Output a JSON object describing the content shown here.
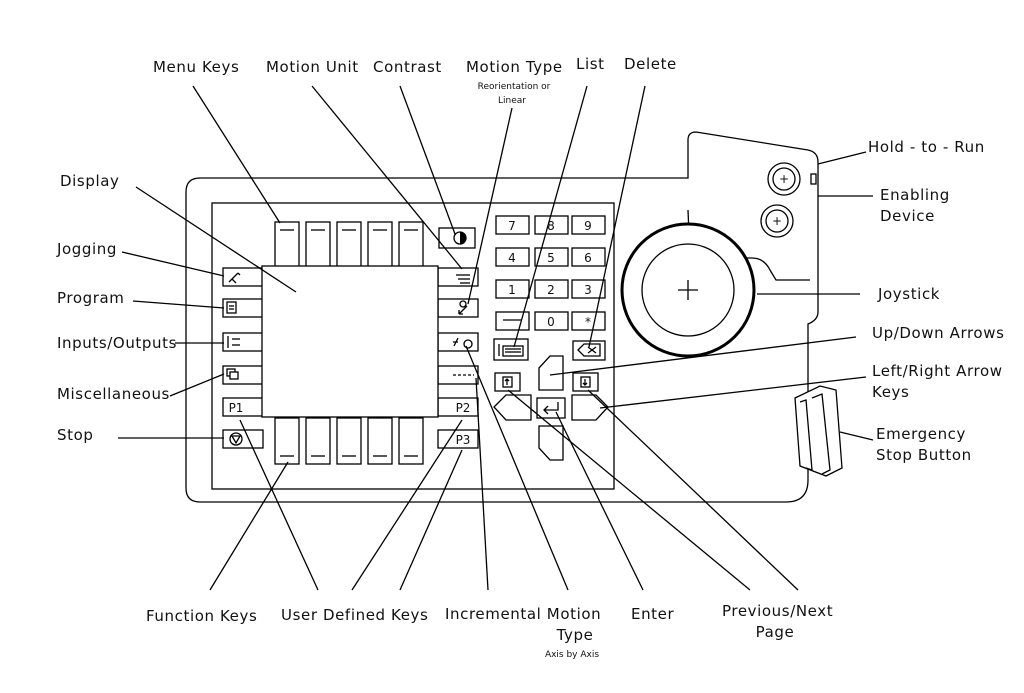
{
  "labels": {
    "menu_keys": "Menu Keys",
    "motion_unit": "Motion Unit",
    "contrast": "Contrast",
    "motion_type": "Motion Type",
    "motion_type_note_1": "Reorientation or",
    "motion_type_note_2": "Linear",
    "list": "List",
    "delete": "Delete",
    "hold_to_run": "Hold - to - Run",
    "enabling_device_1": "Enabling",
    "enabling_device_2": "Device",
    "display": "Display",
    "jogging": "Jogging",
    "program": "Program",
    "inputs_outputs": "Inputs/Outputs",
    "miscellaneous": "Miscellaneous",
    "stop": "Stop",
    "joystick": "Joystick",
    "up_down_arrows": "Up/Down Arrows",
    "left_right_1": "Left/Right Arrow",
    "left_right_2": "Keys",
    "emergency_1": "Emergency",
    "emergency_2": "Stop Button",
    "function_keys": "Function Keys",
    "user_defined_keys": "User Defined Keys",
    "incremental_1": "Incremental Motion",
    "incremental_2": "Type",
    "incremental_note": "Axis by Axis",
    "enter": "Enter",
    "prev_next_1": "Previous/Next",
    "prev_next_2": "Page"
  },
  "keys": {
    "p1": "P1",
    "p2": "P2",
    "p3": "P3",
    "numpad": [
      "7",
      "8",
      "9",
      "4",
      "5",
      "6",
      "1",
      "2",
      "3",
      "0",
      "*"
    ]
  }
}
